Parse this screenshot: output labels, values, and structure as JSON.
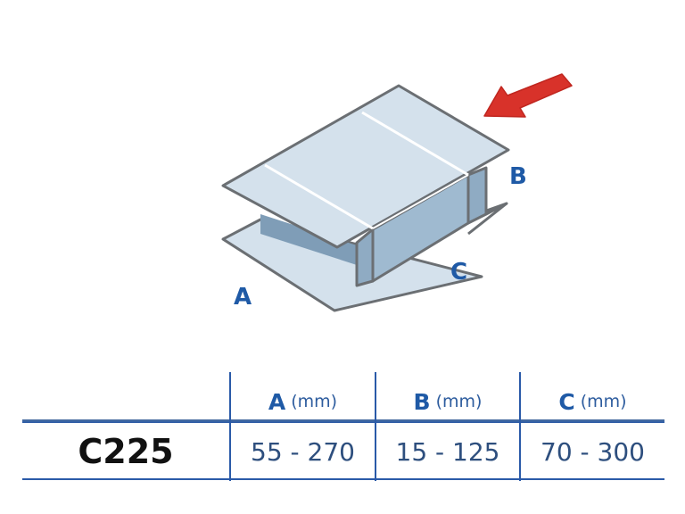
{
  "diagram": {
    "labels": {
      "a": "A",
      "b": "B",
      "c": "C"
    },
    "colors": {
      "label": "#1f5aa6",
      "arrow": "#d8322a",
      "face_light": "#d4e1ec",
      "face_mid": "#a9c2d6",
      "face_dark": "#86a5bf",
      "outline": "#6b6f73"
    }
  },
  "table": {
    "headers": [
      {
        "letter": "A",
        "unit": "(mm)"
      },
      {
        "letter": "B",
        "unit": "(mm)"
      },
      {
        "letter": "C",
        "unit": "(mm)"
      }
    ],
    "rows": [
      {
        "model": "C225",
        "values": [
          "55 - 270",
          "15 - 125",
          "70 - 300"
        ]
      }
    ],
    "line_color": "#2a5aa8"
  }
}
